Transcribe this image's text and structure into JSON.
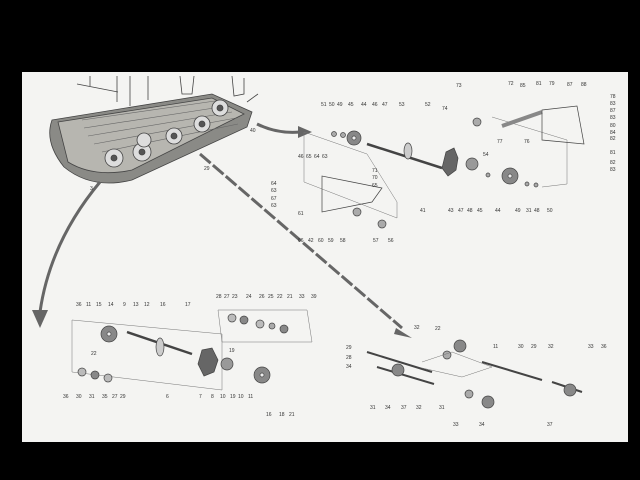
{
  "diagram": {
    "type": "exploded parts diagram",
    "callouts": {
      "rear_assembly": "40",
      "idler_assembly": "29",
      "front_assembly": "3"
    },
    "group_rear_drive": {
      "top_row": [
        "51",
        "50",
        "49",
        "45",
        "44",
        "46",
        "47",
        "53",
        "52"
      ],
      "bottom_row": [
        "41",
        "43",
        "47",
        "48",
        "45",
        "44",
        "49",
        "31",
        "48",
        "50"
      ],
      "bracket_top": [
        "46",
        "65",
        "64",
        "63"
      ],
      "bracket_left": [
        "64",
        "63",
        "67",
        "63"
      ],
      "bracket_right": [
        "71",
        "70",
        "65"
      ],
      "bracket_bottom": [
        "61",
        "66",
        "42",
        "60",
        "59",
        "58",
        "57",
        "56"
      ],
      "pin": [
        "54"
      ]
    },
    "group_tension": {
      "top": [
        "73",
        "74",
        "72",
        "85",
        "81",
        "79",
        "87",
        "88"
      ],
      "middle": [
        "77",
        "76"
      ],
      "right_column": [
        "78",
        "83",
        "87",
        "83",
        "80",
        "84",
        "82",
        "81",
        "82",
        "83"
      ]
    },
    "group_front_drive": {
      "top_row": [
        "36",
        "11",
        "15",
        "14",
        "9",
        "13",
        "12",
        "16",
        "17"
      ],
      "lower_left": [
        "22",
        "36",
        "30",
        "31",
        "35",
        "27",
        "29"
      ],
      "lower_mid": [
        "6",
        "7",
        "8",
        "10",
        "19",
        "10",
        "11",
        "16",
        "18",
        "21"
      ],
      "upper_right": [
        "28",
        "27",
        "23",
        "24",
        "26",
        "25",
        "22",
        "21",
        "33",
        "39"
      ],
      "pin": [
        "19"
      ]
    },
    "group_idler": {
      "left": [
        "29",
        "28",
        "34"
      ],
      "top": [
        "32",
        "22",
        "11",
        "30",
        "29",
        "32",
        "33",
        "36"
      ],
      "bottom": [
        "31",
        "34",
        "37",
        "32",
        "31",
        "33",
        "34",
        "37"
      ]
    }
  }
}
